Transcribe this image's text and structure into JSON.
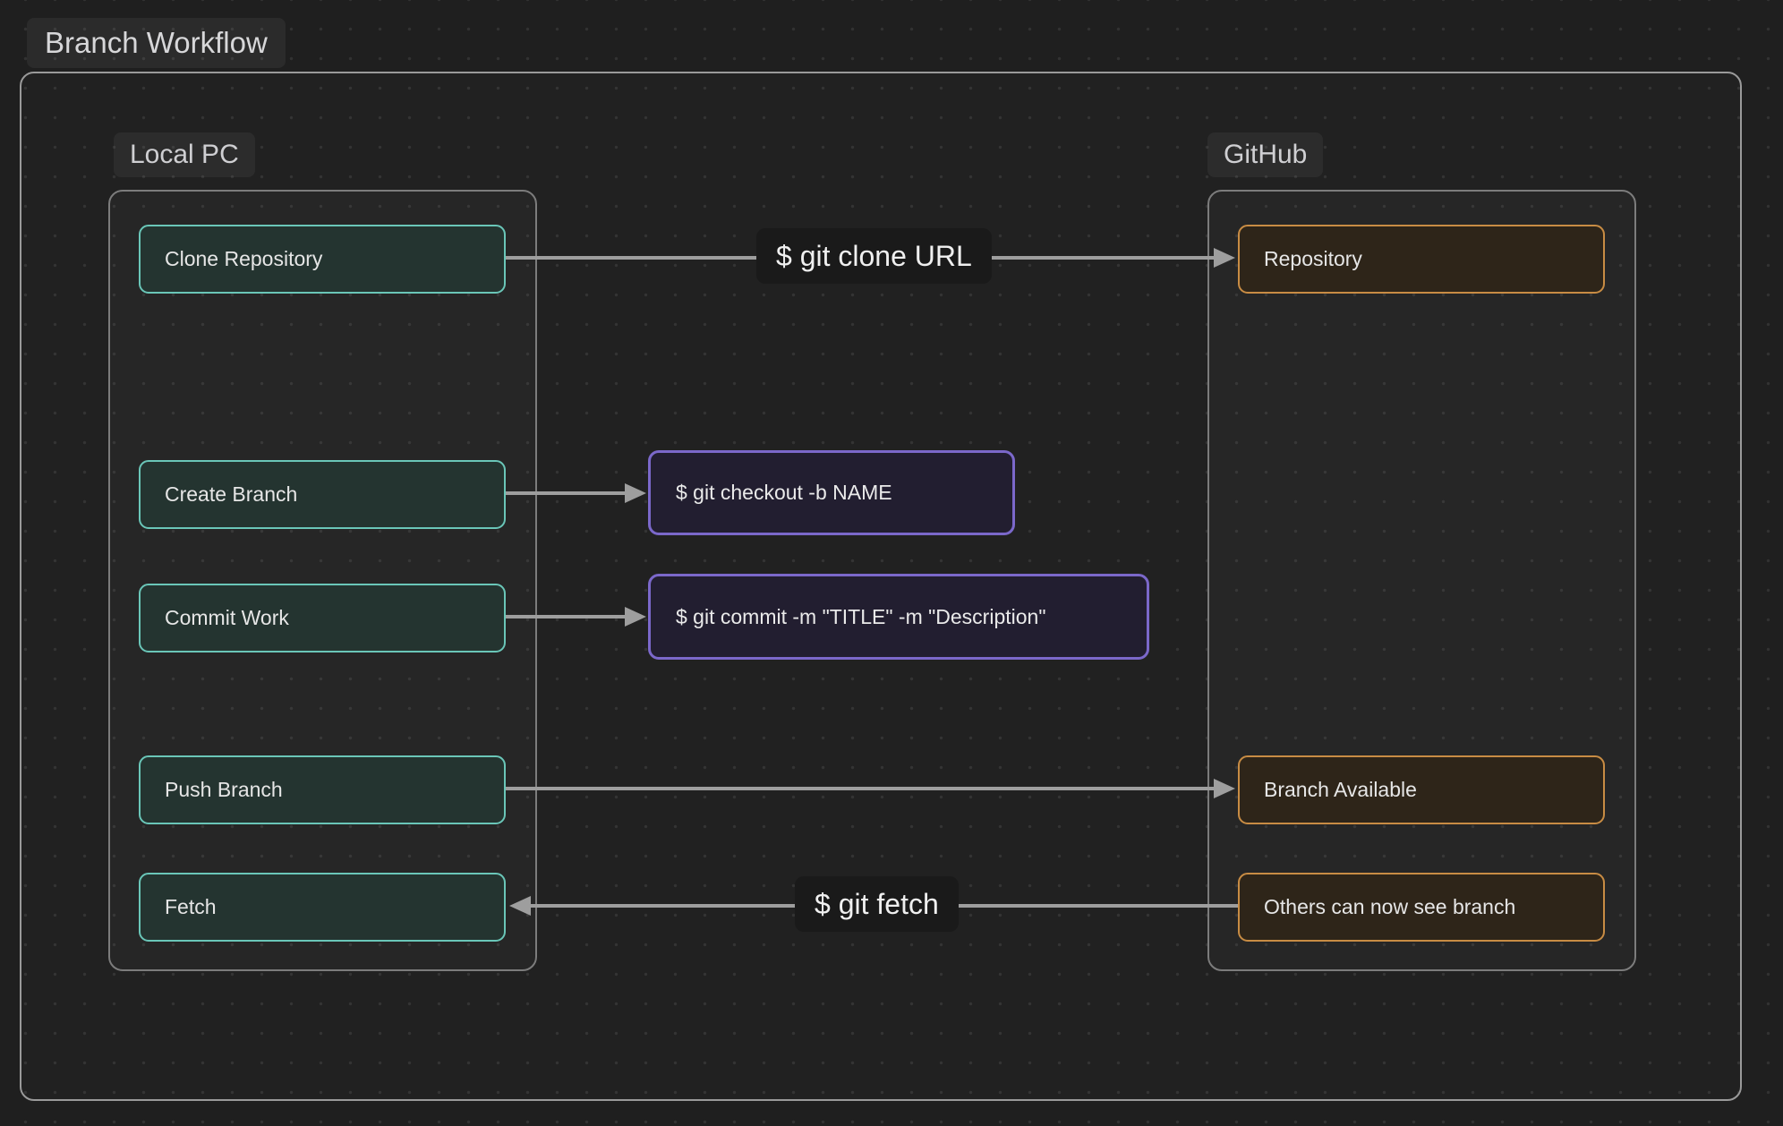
{
  "title": "Branch Workflow",
  "local": {
    "label": "Local PC",
    "nodes": [
      {
        "label": "Clone Repository"
      },
      {
        "label": "Create Branch"
      },
      {
        "label": "Commit Work"
      },
      {
        "label": "Push Branch"
      },
      {
        "label": "Fetch"
      }
    ]
  },
  "github": {
    "label": "GitHub",
    "nodes": [
      {
        "label": "Repository"
      },
      {
        "label": "Branch Available"
      },
      {
        "label": "Others can now see branch"
      }
    ]
  },
  "commands": {
    "checkout": "$ git checkout -b NAME",
    "commit": "$ git commit -m \"TITLE\" -m \"Description\""
  },
  "edges": {
    "clone_label": "$ git clone URL",
    "fetch_label": "$ git fetch"
  },
  "colors": {
    "canvas": "#1f1f1f",
    "teal_border": "#6ac6b8",
    "teal_fill": "#243430",
    "orange_border": "#c88c44",
    "orange_fill": "#2e2519",
    "purple_border": "#7b68ca",
    "purple_fill": "#221e30",
    "arrow": "#9e9e9e",
    "label_bg": "#1a1a1a",
    "frame_border": "#9a9a9a"
  }
}
